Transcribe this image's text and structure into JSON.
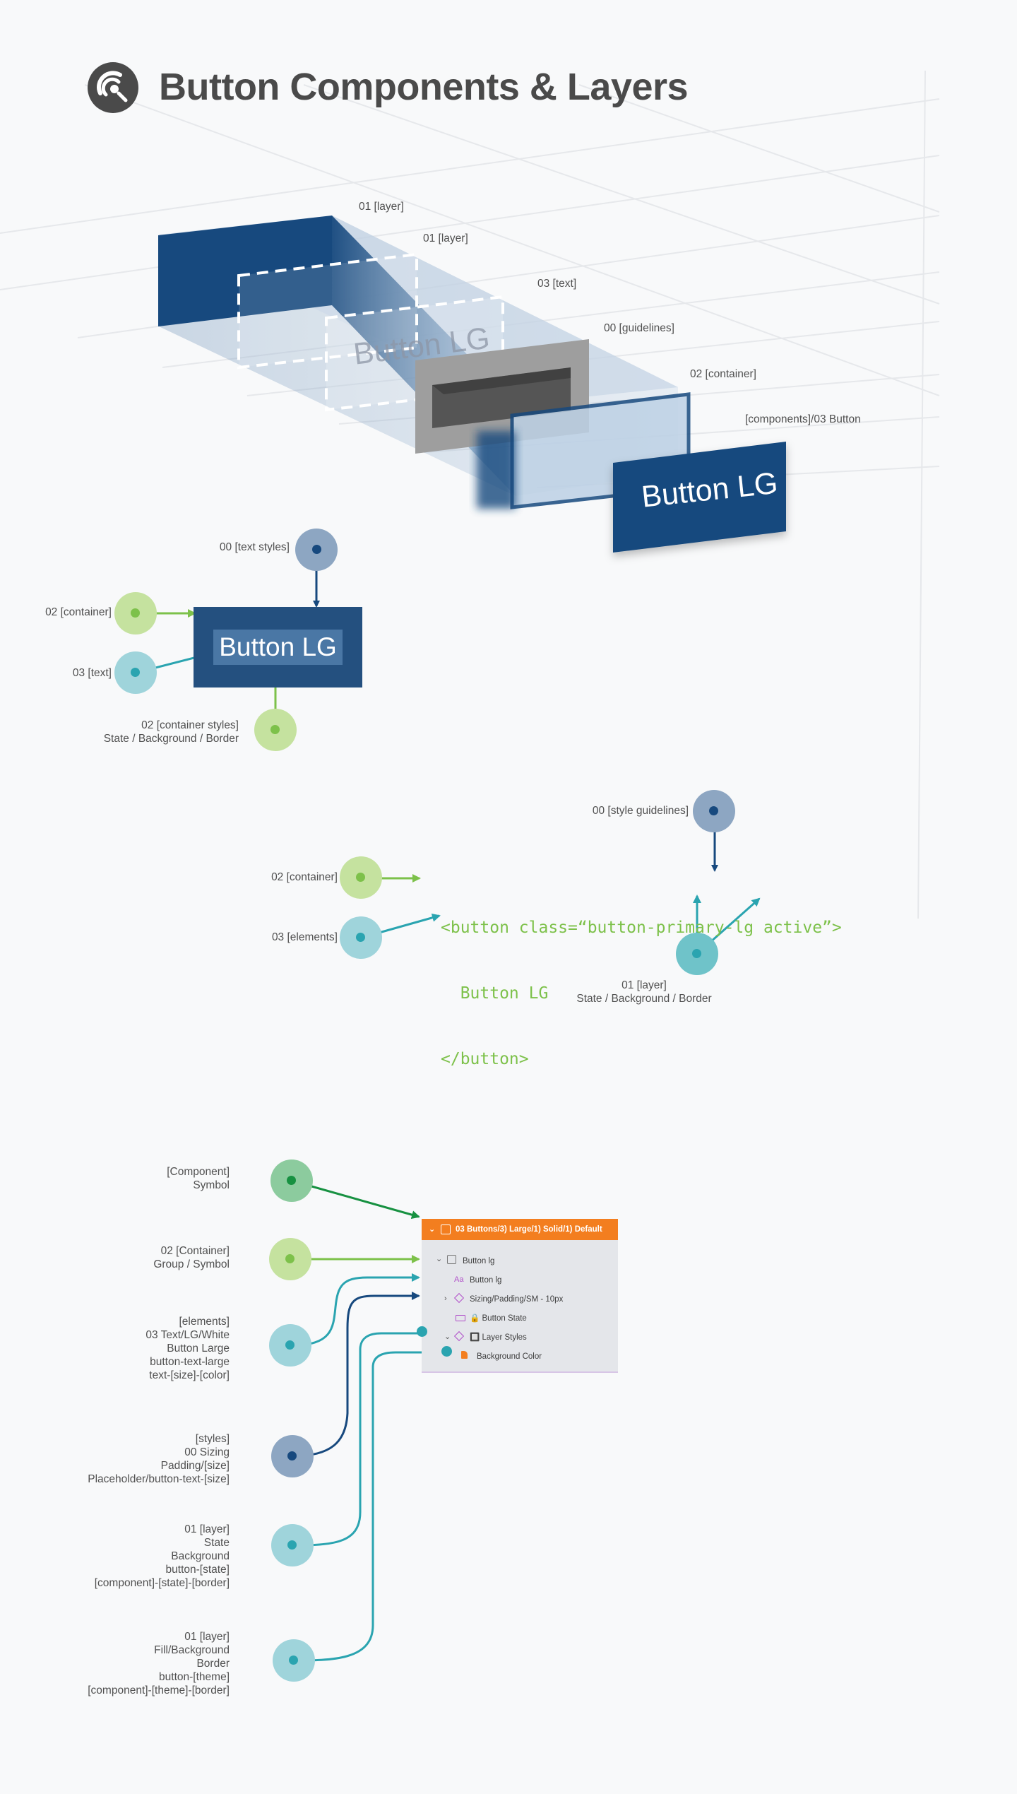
{
  "title": "Button Components & Layers",
  "colors": {
    "navy": "#17497e",
    "teal": "#2aa4b0",
    "lime": "#7dc14a",
    "green": "#179141",
    "orange": "#f37e1f",
    "steel": "#8da6c2"
  },
  "icons": {
    "logo": "headphones-icon"
  },
  "iso": {
    "labels": [
      "01 [layer]",
      "01 [layer]",
      "03 [text]",
      "00 [guidelines]",
      "02 [container]",
      "[components]/03 Button"
    ],
    "ghost_text": "Button LG",
    "button_text": "Button LG"
  },
  "demo": {
    "button_text": "Button LG",
    "labels": {
      "text_styles": "00 [text styles]",
      "container": "02 [container]",
      "text": "03 [text]",
      "container_styles": [
        "02 [container styles]",
        "State / Background / Border"
      ]
    }
  },
  "code": {
    "line1": "<button class=“button-primary-lg active”>",
    "line2": "  Button LG",
    "line3": "</button>",
    "labels": {
      "style_guidelines": "00 [style guidelines]",
      "container": "02 [container]",
      "elements": "03 [elements]",
      "layer": [
        "01 [layer]",
        "State / Background / Border"
      ]
    }
  },
  "layers": {
    "header": "03 Buttons/3) Large/1) Solid/1) Default",
    "rows": [
      {
        "icon": "symbol-icon",
        "label": "Button lg"
      },
      {
        "icon": "text-icon",
        "label": "Button lg",
        "glyph": "Aa"
      },
      {
        "icon": "diamond-icon",
        "label": "Sizing/Padding/SM - 10px"
      },
      {
        "icon": "rectangle-icon",
        "label": "🔒 Button State"
      },
      {
        "icon": "diamond-icon",
        "label": "🔲 Layer Styles"
      },
      {
        "icon": "fill-icon",
        "label": "Background Color"
      }
    ],
    "labels": [
      [
        "[Component]",
        "Symbol"
      ],
      [
        "02 [Container]",
        "Group / Symbol"
      ],
      [
        "[elements]",
        "03 Text/LG/White",
        "Button Large",
        "button-text-large",
        "text-[size]-[color]"
      ],
      [
        "[styles]",
        "00 Sizing",
        "Padding/[size]",
        "Placeholder/button-text-[size]"
      ],
      [
        "01 [layer]",
        "State",
        "Background",
        "button-[state]",
        "[component]-[state]-[border]"
      ],
      [
        "01 [layer]",
        "Fill/Background",
        "Border",
        "button-[theme]",
        "[component]-[theme]-[border]"
      ]
    ]
  }
}
